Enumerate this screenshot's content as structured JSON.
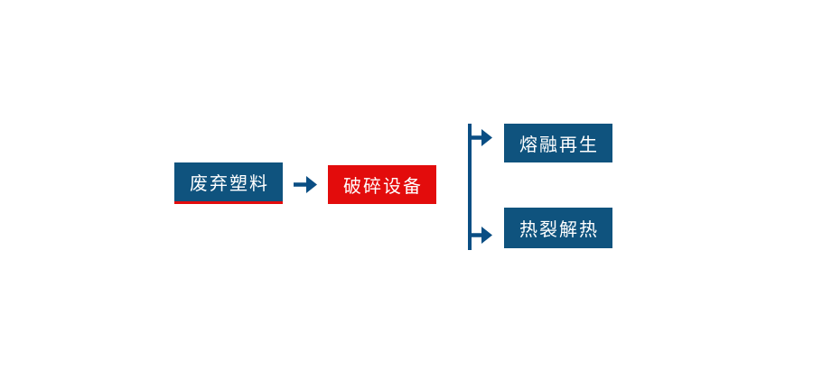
{
  "diagram": {
    "type": "flowchart",
    "background_color": "#ffffff",
    "colors": {
      "node_blue": "#0f537e",
      "node_red": "#e30c0c",
      "connector_blue": "#0a4e84",
      "source_underline_red": "#e30c0c",
      "text": "#ffffff"
    },
    "nodes": {
      "source": {
        "label": "废弃塑料"
      },
      "process": {
        "label": "破碎设备"
      },
      "branch_top": {
        "label": "熔融再生"
      },
      "branch_bottom": {
        "label": "热裂解热"
      }
    },
    "flow": [
      "废弃塑料 → 破碎设备",
      "破碎设备 ⇒ 熔融再生",
      "破碎设备 ⇒ 热裂解热"
    ]
  }
}
